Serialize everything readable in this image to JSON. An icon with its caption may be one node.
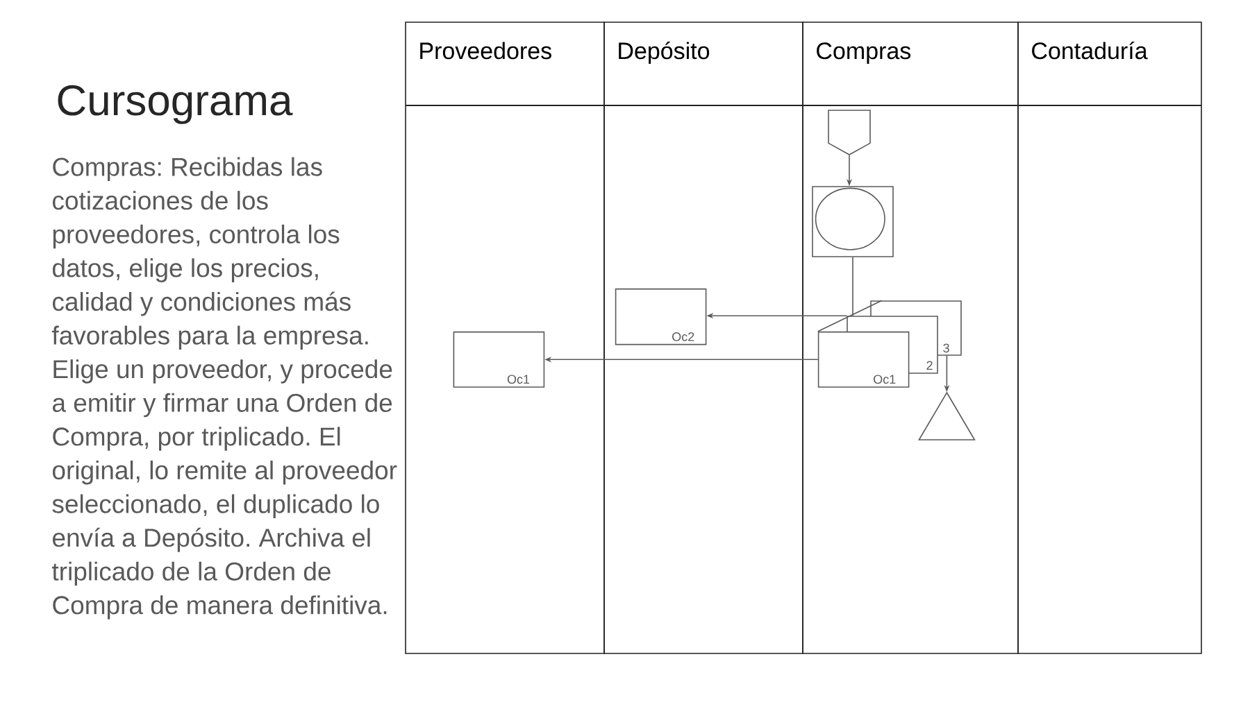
{
  "diagram": {
    "title": "Cursograma",
    "nodes": [
      {
        "text": [
          "Proveedores"
        ]
      },
      {
        "text": [
          "Depósito"
        ]
      },
      {
        "text": [
          "Compras"
        ]
      },
      {
        "text": [
          "Contaduría"
        ]
      },
      {
        "text": [],
        "shape": "pentagon",
        "in": 2
      },
      {
        "text": [],
        "shape": "box",
        "in": 2
      },
      {
        "text": [],
        "shape": "circle",
        "in": 5
      },
      {
        "text": [
          "Oc2"
        ],
        "in": 1
      },
      {
        "text": [
          "Oc1"
        ],
        "in": 0
      },
      {
        "text": [
          "3"
        ],
        "in": 2
      },
      {
        "text": [
          "2"
        ],
        "in": 2
      },
      {
        "text": [
          "Oc1"
        ],
        "in": 2
      },
      {
        "text": [],
        "shape": "triangle",
        "in": 2
      }
    ],
    "edges": [
      {
        "from": 4,
        "to": 5,
        "arrow": "to"
      },
      {
        "from": 5,
        "to": 10,
        "arrow": "none"
      },
      {
        "from": 10,
        "to": 7,
        "arrow": "to"
      },
      {
        "from": 11,
        "to": 8,
        "arrow": "to"
      },
      {
        "from": 9,
        "to": 12,
        "arrow": "to"
      },
      {
        "from": 11,
        "to": 9,
        "arrow": "none"
      }
    ],
    "labels": [
      "Compras: Recibidas las cotizaciones de los proveedores, controla los datos, elige los precios, calidad y condiciones más favorables para la empresa. Elige un proveedor, y procede a emitir y firmar una Orden de Compra, por triplicado. El original, lo remite al proveedor seleccionado, el duplicado lo envía a Depósito. Archiva el triplicado de la Orden de Compra de manera definitiva."
    ]
  }
}
